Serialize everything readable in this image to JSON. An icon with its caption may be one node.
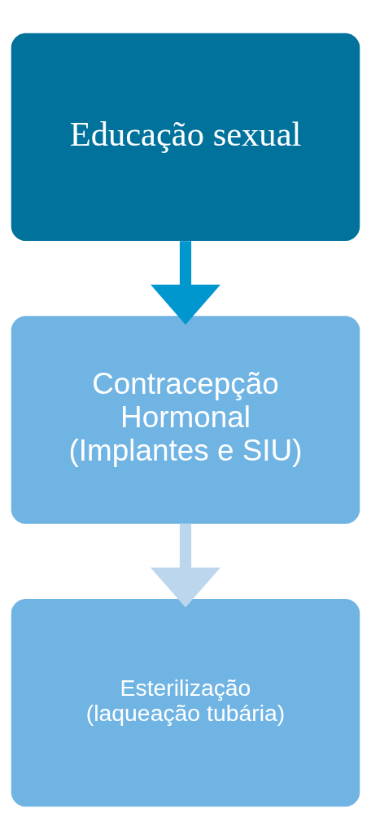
{
  "diagram": {
    "nodes": [
      {
        "text": [
          "Educação sexual"
        ]
      },
      {
        "text": [
          "Contracepção Hormonal (Implantes e SIU)"
        ]
      },
      {
        "text": [
          "Esterilização (laqueação tubária)"
        ]
      }
    ],
    "edges": [
      {
        "from": 0,
        "to": 1,
        "arrow": "to",
        "color": "#0097cf"
      },
      {
        "from": 1,
        "to": 2,
        "arrow": "to",
        "color": "#bcd6ee"
      }
    ]
  }
}
